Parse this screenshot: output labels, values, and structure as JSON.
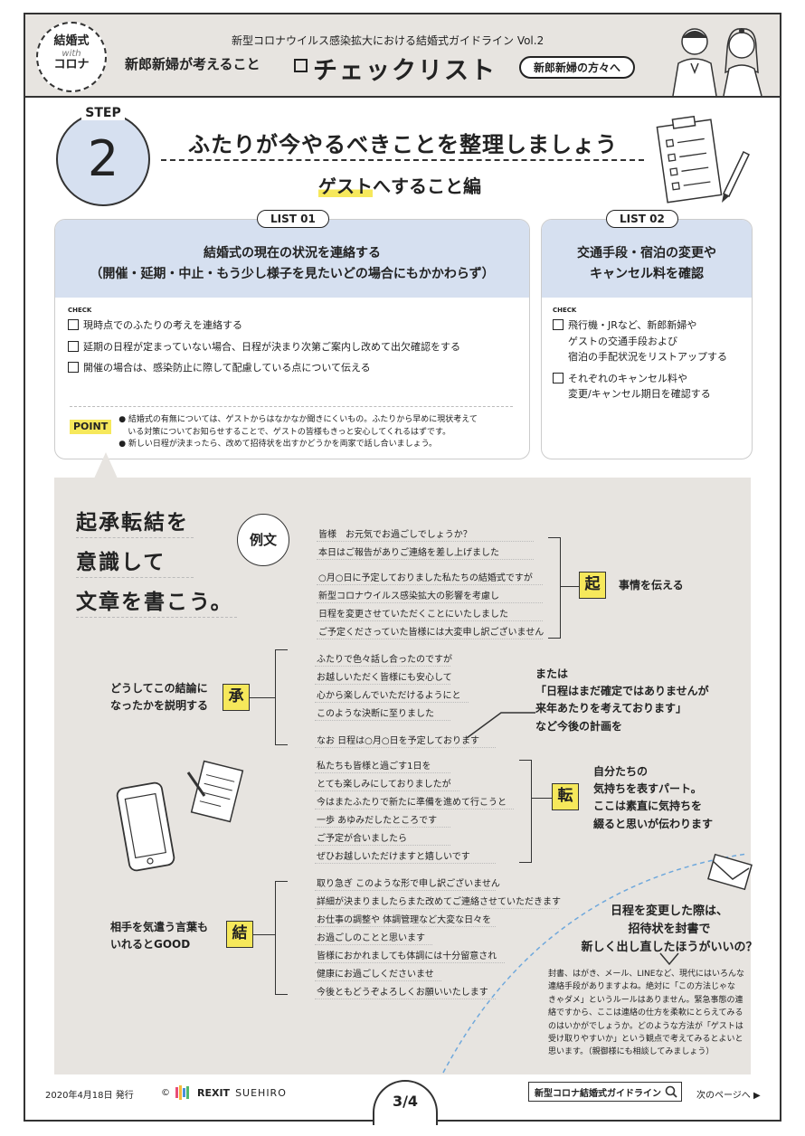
{
  "header": {
    "badge_line1": "結婚式",
    "badge_with": "with",
    "badge_line3": "コロナ",
    "subtitle": "新型コロナウイルス感染拡大における結婚式ガイドライン Vol.2",
    "main_prefix": "新郎新婦が考えること",
    "checklist_title": "チェックリスト",
    "audience_pill": "新郎新婦の方々へ"
  },
  "step": {
    "label": "STEP",
    "number": "2",
    "title": "ふたりが今やるべきことを整理しましょう",
    "subtitle_highlight": "ゲスト",
    "subtitle_rest": "へすること編"
  },
  "list01": {
    "pill": "LIST 01",
    "heading_line1": "結婚式の現在の状況を連絡する",
    "heading_line2": "（開催・延期・中止・もう少し様子を見たいどの場合にもかかわらず）",
    "check_tag": "CHECK",
    "items": [
      "現時点でのふたりの考えを連絡する",
      "延期の日程が定まっていない場合、日程が決まり次第ご案内し改めて出欠確認をする",
      "開催の場合は、感染防止に際して配慮している点について伝える"
    ],
    "point_label": "POINT",
    "point_1": "● 結婚式の有無については、ゲストからはなかなか聞きにくいもの。ふたりから早めに現状考えて",
    "point_1b": "いる対策についてお知らせすることで、ゲストの皆様もきっと安心してくれるはずです。",
    "point_2": "● 新しい日程が決まったら、改めて招待状を出すかどうかを両家で話し合いましょう。"
  },
  "list02": {
    "pill": "LIST 02",
    "heading_line1": "交通手段・宿泊の変更や",
    "heading_line2": "キャンセル料を確認",
    "check_tag": "CHECK",
    "item1_lines": [
      "飛行機・JRなど、新郎新婦や",
      "ゲストの交通手段および",
      "宿泊の手配状況をリストアップする"
    ],
    "item2_lines": [
      "それぞれのキャンセル料や",
      "変更/キャンセル期日を確認する"
    ]
  },
  "example": {
    "head_lines": [
      "起承転結を",
      "意識して",
      "文章を書こう。"
    ],
    "reibun": "例文",
    "ki": {
      "kanji": "起",
      "note": "事情を伝える",
      "lines": [
        "皆様　お元気でお過ごしでしょうか？",
        "本日はご報告がありご連絡を差し上げました",
        "○月○日に予定しておりました私たちの結婚式ですが",
        "新型コロナウイルス感染拡大の影響を考慮し",
        "日程を変更させていただくことにいたしました",
        "ご予定くださっていた皆様には大変申し訳ございません"
      ]
    },
    "sho": {
      "kanji": "承",
      "note_lines": [
        "どうしてこの結論に",
        "なったかを説明する"
      ],
      "lines": [
        "ふたりで色々話し合ったのですが",
        "お越しいただく皆様にも安心して",
        "心から楽しんでいただけるようにと",
        "このような決断に至りました",
        "なお 日程は○月○日を予定しております"
      ],
      "alt_lines": [
        "または",
        "「日程はまだ確定ではありませんが",
        "来年あたりを考えております」",
        "など今後の計画を"
      ]
    },
    "ten": {
      "kanji": "転",
      "note_lines": [
        "自分たちの",
        "気持ちを表すパート。",
        "ここは素直に気持ちを",
        "綴ると思いが伝わります"
      ],
      "lines": [
        "私たちも皆様と過ごす1日を",
        "とても楽しみにしておりましたが",
        "今はまたふたりで新たに準備を進めて行こうと",
        "一歩 あゆみだしたところです",
        "ご予定が合いましたら",
        "ぜひお越しいただけますと嬉しいです"
      ]
    },
    "ketsu": {
      "kanji": "結",
      "note_lines": [
        "相手を気遣う言葉も",
        "いれるとGOOD"
      ],
      "lines": [
        "取り急ぎ このような形で申し訳ございません",
        "詳細が決まりましたらまた改めてご連絡させていただきます",
        "お仕事の調整や 体調管理など大変な日々を",
        "お過ごしのことと思います",
        "皆様におかれましても体調には十分留意され",
        "健康にお過ごしくださいませ",
        "今後ともどうぞよろしくお願いいたします"
      ]
    },
    "question_lines": [
      "日程を変更した際は、",
      "招待状を封書で",
      "新しく出し直したほうがいいの？"
    ],
    "answer_lines": [
      "封書、はがき、メール、LINEなど、現代にはいろんな",
      "連絡手段がありますよね。絶対に「この方法じゃな",
      "きゃダメ」というルールはありません。緊急事態の連",
      "絡ですから、ここは連絡の仕方を柔軟にとらえてみる",
      "のはいかがでしょうか。どのような方法が「ゲストは",
      "受け取りやすいか」という観点で考えてみるとよいと",
      "思います。（親御様にも相談してみましょう）"
    ]
  },
  "footer": {
    "date": "2020年4月18日 発行",
    "copyright": "©",
    "rexit": "REXIT",
    "suehiro": "SUEHIRO",
    "page": "3/4",
    "search_text": "新型コロナ結婚式ガイドライン",
    "next": "次のページへ ▶"
  },
  "colors": {
    "accent_yellow": "#f6e85b",
    "light_blue": "#d6e0f0",
    "gray_bg": "#e7e4e0",
    "dashed_blue": "#6fa8dc"
  }
}
